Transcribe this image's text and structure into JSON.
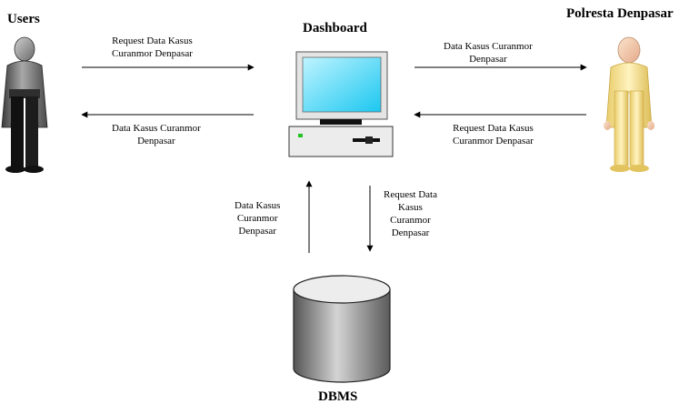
{
  "nodes": {
    "users": "Users",
    "dashboard": "Dashboard",
    "polresta": "Polresta Denpasar",
    "dbms": "DBMS"
  },
  "flows": {
    "users_to_dashboard": [
      "Request Data Kasus",
      "Curanmor Denpasar"
    ],
    "dashboard_to_users": [
      "Data Kasus Curanmor",
      "Denpasar"
    ],
    "dashboard_to_polresta": [
      "Data Kasus Curanmor",
      "Denpasar"
    ],
    "polresta_to_dashboard": [
      "Request Data Kasus",
      "Curanmor Denpasar"
    ],
    "dbms_to_dashboard": [
      "Data Kasus",
      "Curanmor",
      "Denpasar"
    ],
    "dashboard_to_dbms": [
      "Request Data",
      "Kasus",
      "Curanmor",
      "Denpasar"
    ]
  }
}
